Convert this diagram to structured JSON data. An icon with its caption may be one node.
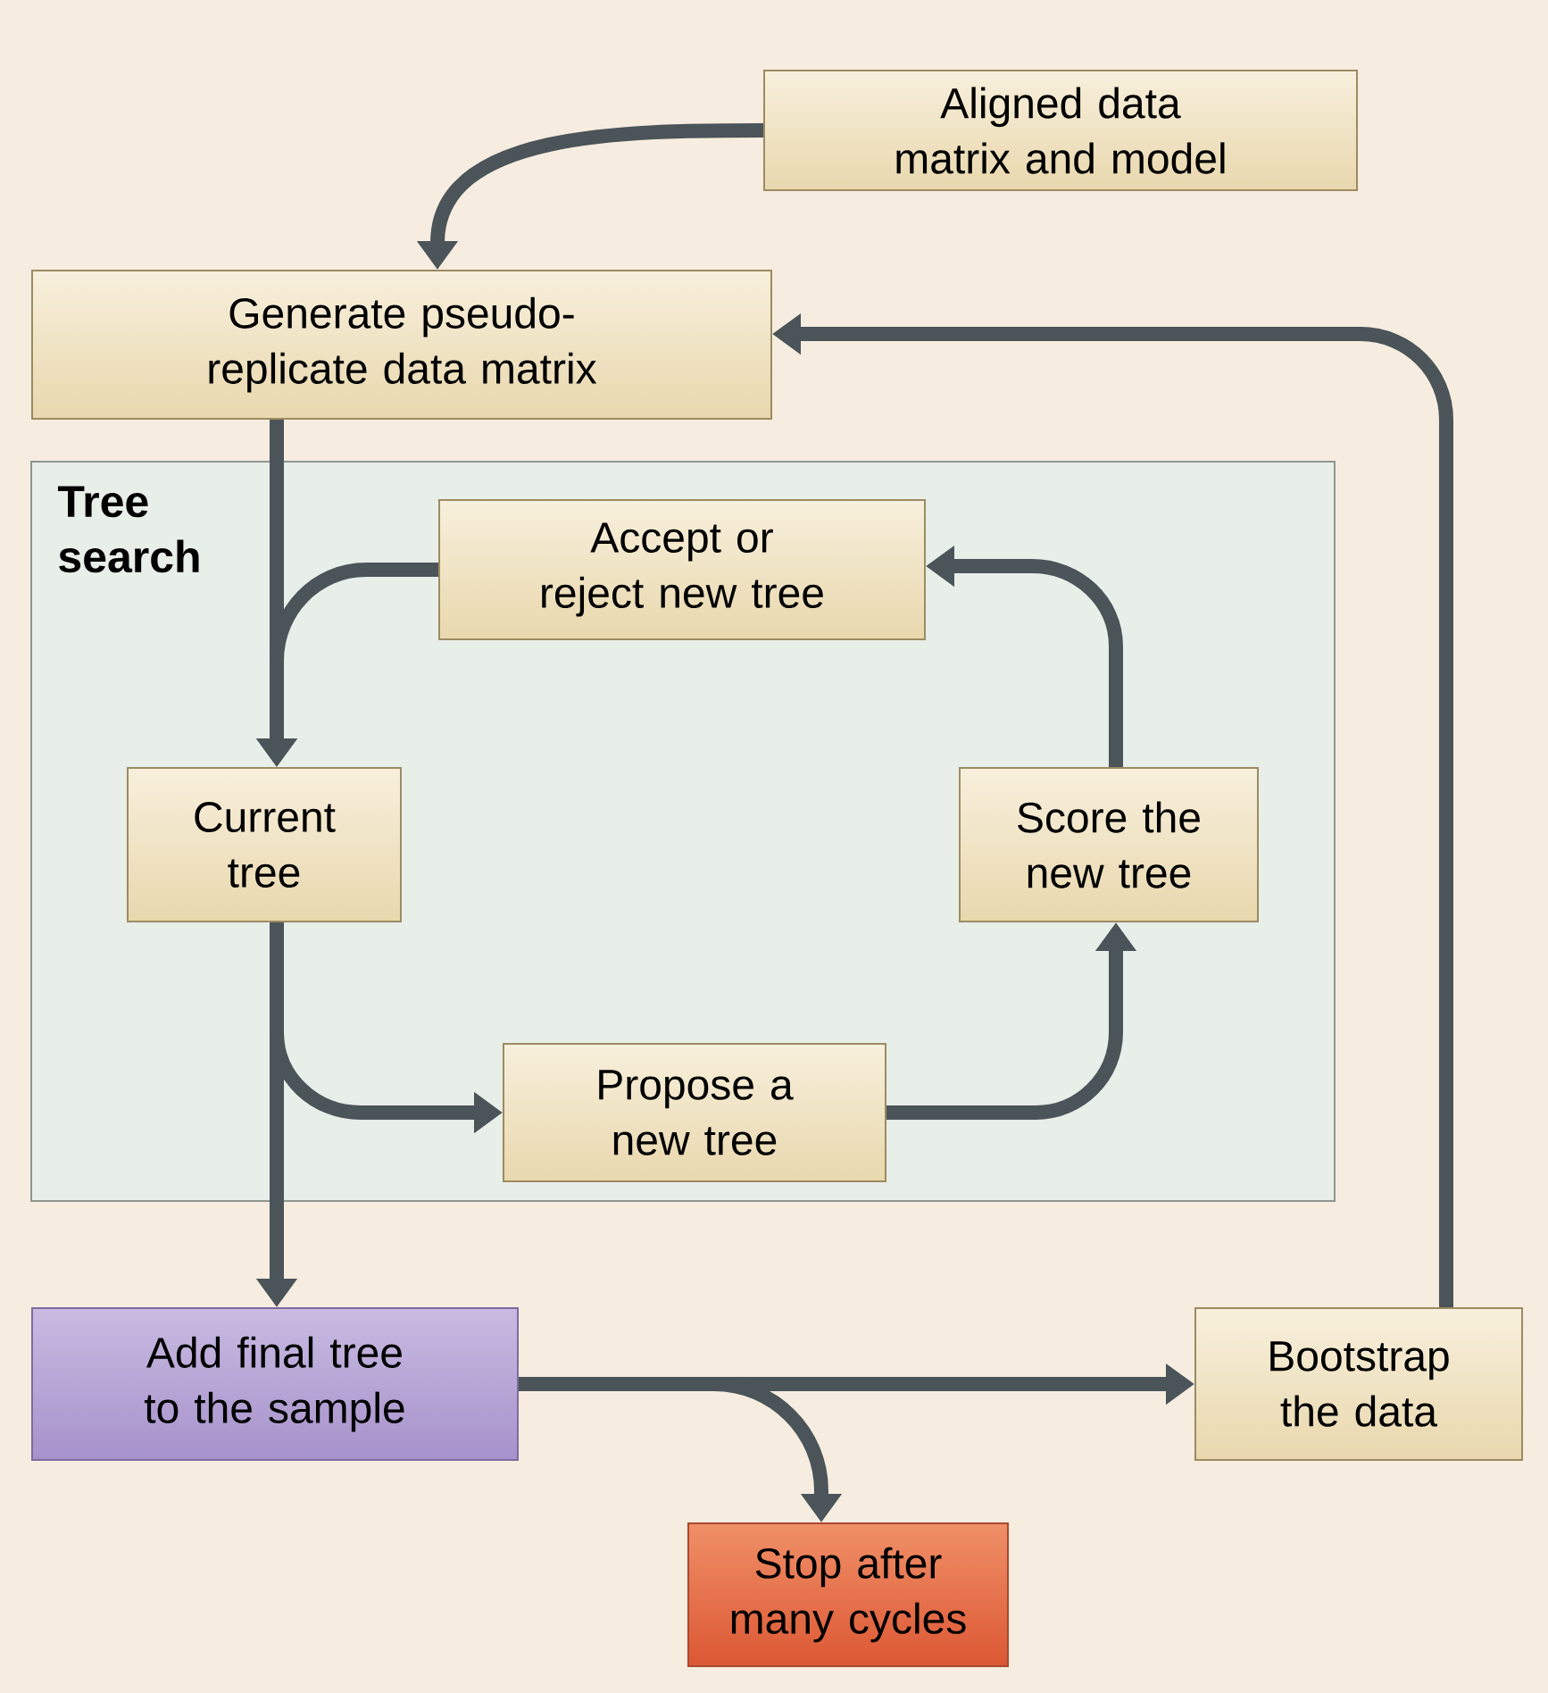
{
  "diagram": {
    "nodes": [
      {
        "text": [
          "Aligned data matrix and model"
        ]
      },
      {
        "text": [
          "Generate pseudo-replicate data matrix"
        ]
      },
      {
        "text": [
          "Tree search"
        ]
      },
      {
        "text": [
          "Accept or reject new tree"
        ],
        "in": 2
      },
      {
        "text": [
          "Current tree"
        ],
        "in": 2
      },
      {
        "text": [
          "Score the new tree"
        ],
        "in": 2
      },
      {
        "text": [
          "Propose a new tree"
        ],
        "in": 2
      },
      {
        "text": [
          "Add final tree to the sample"
        ]
      },
      {
        "text": [
          "Bootstrap the data"
        ]
      },
      {
        "text": [
          "Stop after many cycles"
        ]
      }
    ],
    "edges": [
      {
        "from": 0,
        "to": 1,
        "arrow": "to"
      },
      {
        "from": 1,
        "to": 4,
        "arrow": "to"
      },
      {
        "from": 3,
        "to": 4,
        "arrow": "to"
      },
      {
        "from": 4,
        "to": 6,
        "arrow": "to"
      },
      {
        "from": 4,
        "to": 7,
        "arrow": "to"
      },
      {
        "from": 6,
        "to": 5,
        "arrow": "to"
      },
      {
        "from": 5,
        "to": 3,
        "arrow": "to"
      },
      {
        "from": 7,
        "to": 8,
        "arrow": "to"
      },
      {
        "from": 7,
        "to": 9,
        "arrow": "to"
      },
      {
        "from": 8,
        "to": 1,
        "arrow": "to"
      }
    ]
  }
}
